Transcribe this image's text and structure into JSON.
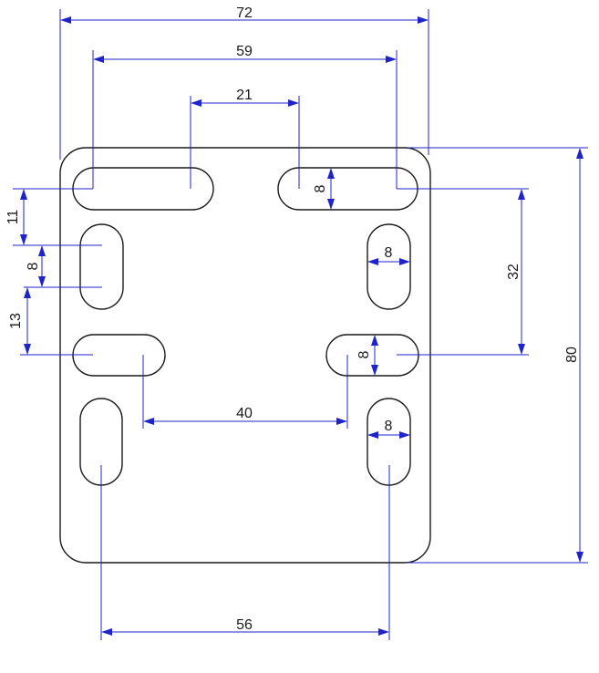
{
  "colors": {
    "part_outline": "#1a1a1a",
    "dimension_lines": "#1f24c8",
    "background": "#ffffff"
  },
  "dimensions": {
    "overall_width": "72",
    "outer_slot_span": "59",
    "top_center_span": "21",
    "overall_height": "80",
    "right_slot_spacing": "32",
    "left_top_offset": "11",
    "left_slot_width": "8",
    "left_lower_offset": "13",
    "middle_slot_span": "40",
    "bottom_slot_span": "56",
    "top_right_slot_width": "8",
    "right_upper_slot_width": "8",
    "right_middle_slot_width": "8",
    "right_bottom_slot_width": "8"
  }
}
